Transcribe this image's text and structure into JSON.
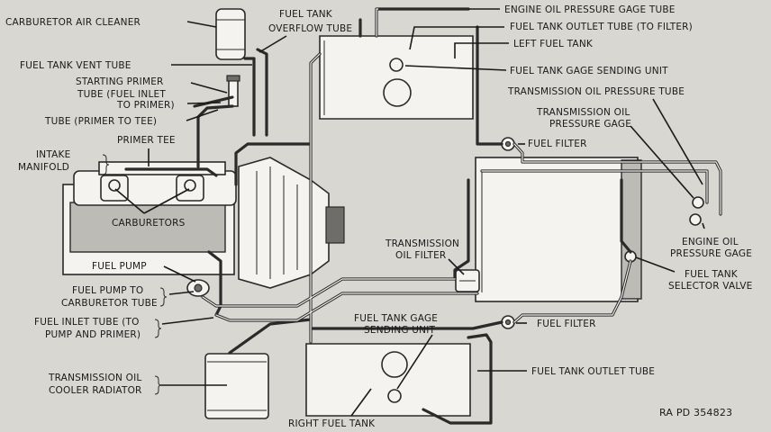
{
  "labels": {
    "carburetor_air_cleaner": "CARBURETOR AIR CLEANER",
    "fuel_tank_overflow_tube_1": "FUEL TANK",
    "fuel_tank_overflow_tube_2": "OVERFLOW TUBE",
    "engine_oil_pressure_gage_tube": "ENGINE OIL PRESSURE GAGE TUBE",
    "fuel_tank_outlet_tube_to_filter": "FUEL TANK OUTLET TUBE (TO FILTER)",
    "left_fuel_tank": "LEFT FUEL TANK",
    "fuel_tank_vent_tube": "FUEL TANK VENT TUBE",
    "fuel_tank_gage_sending_unit_top": "FUEL TANK GAGE SENDING UNIT",
    "starting_primer": "STARTING PRIMER",
    "tube_fuel_inlet_to_primer_1": "TUBE (FUEL INLET",
    "tube_fuel_inlet_to_primer_2": "TO PRIMER)",
    "transmission_oil_pressure_tube": "TRANSMISSION OIL PRESSURE TUBE",
    "tube_primer_to_tee": "TUBE (PRIMER TO TEE)",
    "transmission_oil_pressure_gage_1": "TRANSMISSION OIL",
    "transmission_oil_pressure_gage_2": "PRESSURE GAGE",
    "primer_tee": "PRIMER TEE",
    "fuel_filter_top": "FUEL FILTER",
    "intake_manifold_1": "INTAKE",
    "intake_manifold_2": "MANIFOLD",
    "carburetors": "CARBURETORS",
    "engine_oil_pressure_gage_1": "ENGINE OIL",
    "engine_oil_pressure_gage_2": "PRESSURE GAGE",
    "transmission_oil_filter_1": "TRANSMISSION",
    "transmission_oil_filter_2": "OIL FILTER",
    "fuel_pump": "FUEL PUMP",
    "fuel_tank_selector_valve_1": "FUEL TANK",
    "fuel_tank_selector_valve_2": "SELECTOR VALVE",
    "fuel_pump_to_carburetor_tube_1": "FUEL PUMP TO",
    "fuel_pump_to_carburetor_tube_2": "CARBURETOR TUBE",
    "fuel_inlet_tube_1": "FUEL INLET TUBE (TO",
    "fuel_inlet_tube_2": "PUMP AND PRIMER)",
    "fuel_tank_gage_sending_unit_bottom_1": "FUEL TANK GAGE",
    "fuel_tank_gage_sending_unit_bottom_2": "SENDING UNIT",
    "fuel_filter_bottom": "FUEL FILTER",
    "transmission_oil_cooler_radiator_1": "TRANSMISSION OIL",
    "transmission_oil_cooler_radiator_2": "COOLER RADIATOR",
    "fuel_tank_outlet_tube": "FUEL TANK OUTLET TUBE",
    "right_fuel_tank": "RIGHT FUEL TANK",
    "reference_number": "RA PD  354823"
  },
  "colors": {
    "background": "#d9d7d2",
    "ink": "#1a1a1a",
    "part_fill": "#f4f3ef"
  }
}
